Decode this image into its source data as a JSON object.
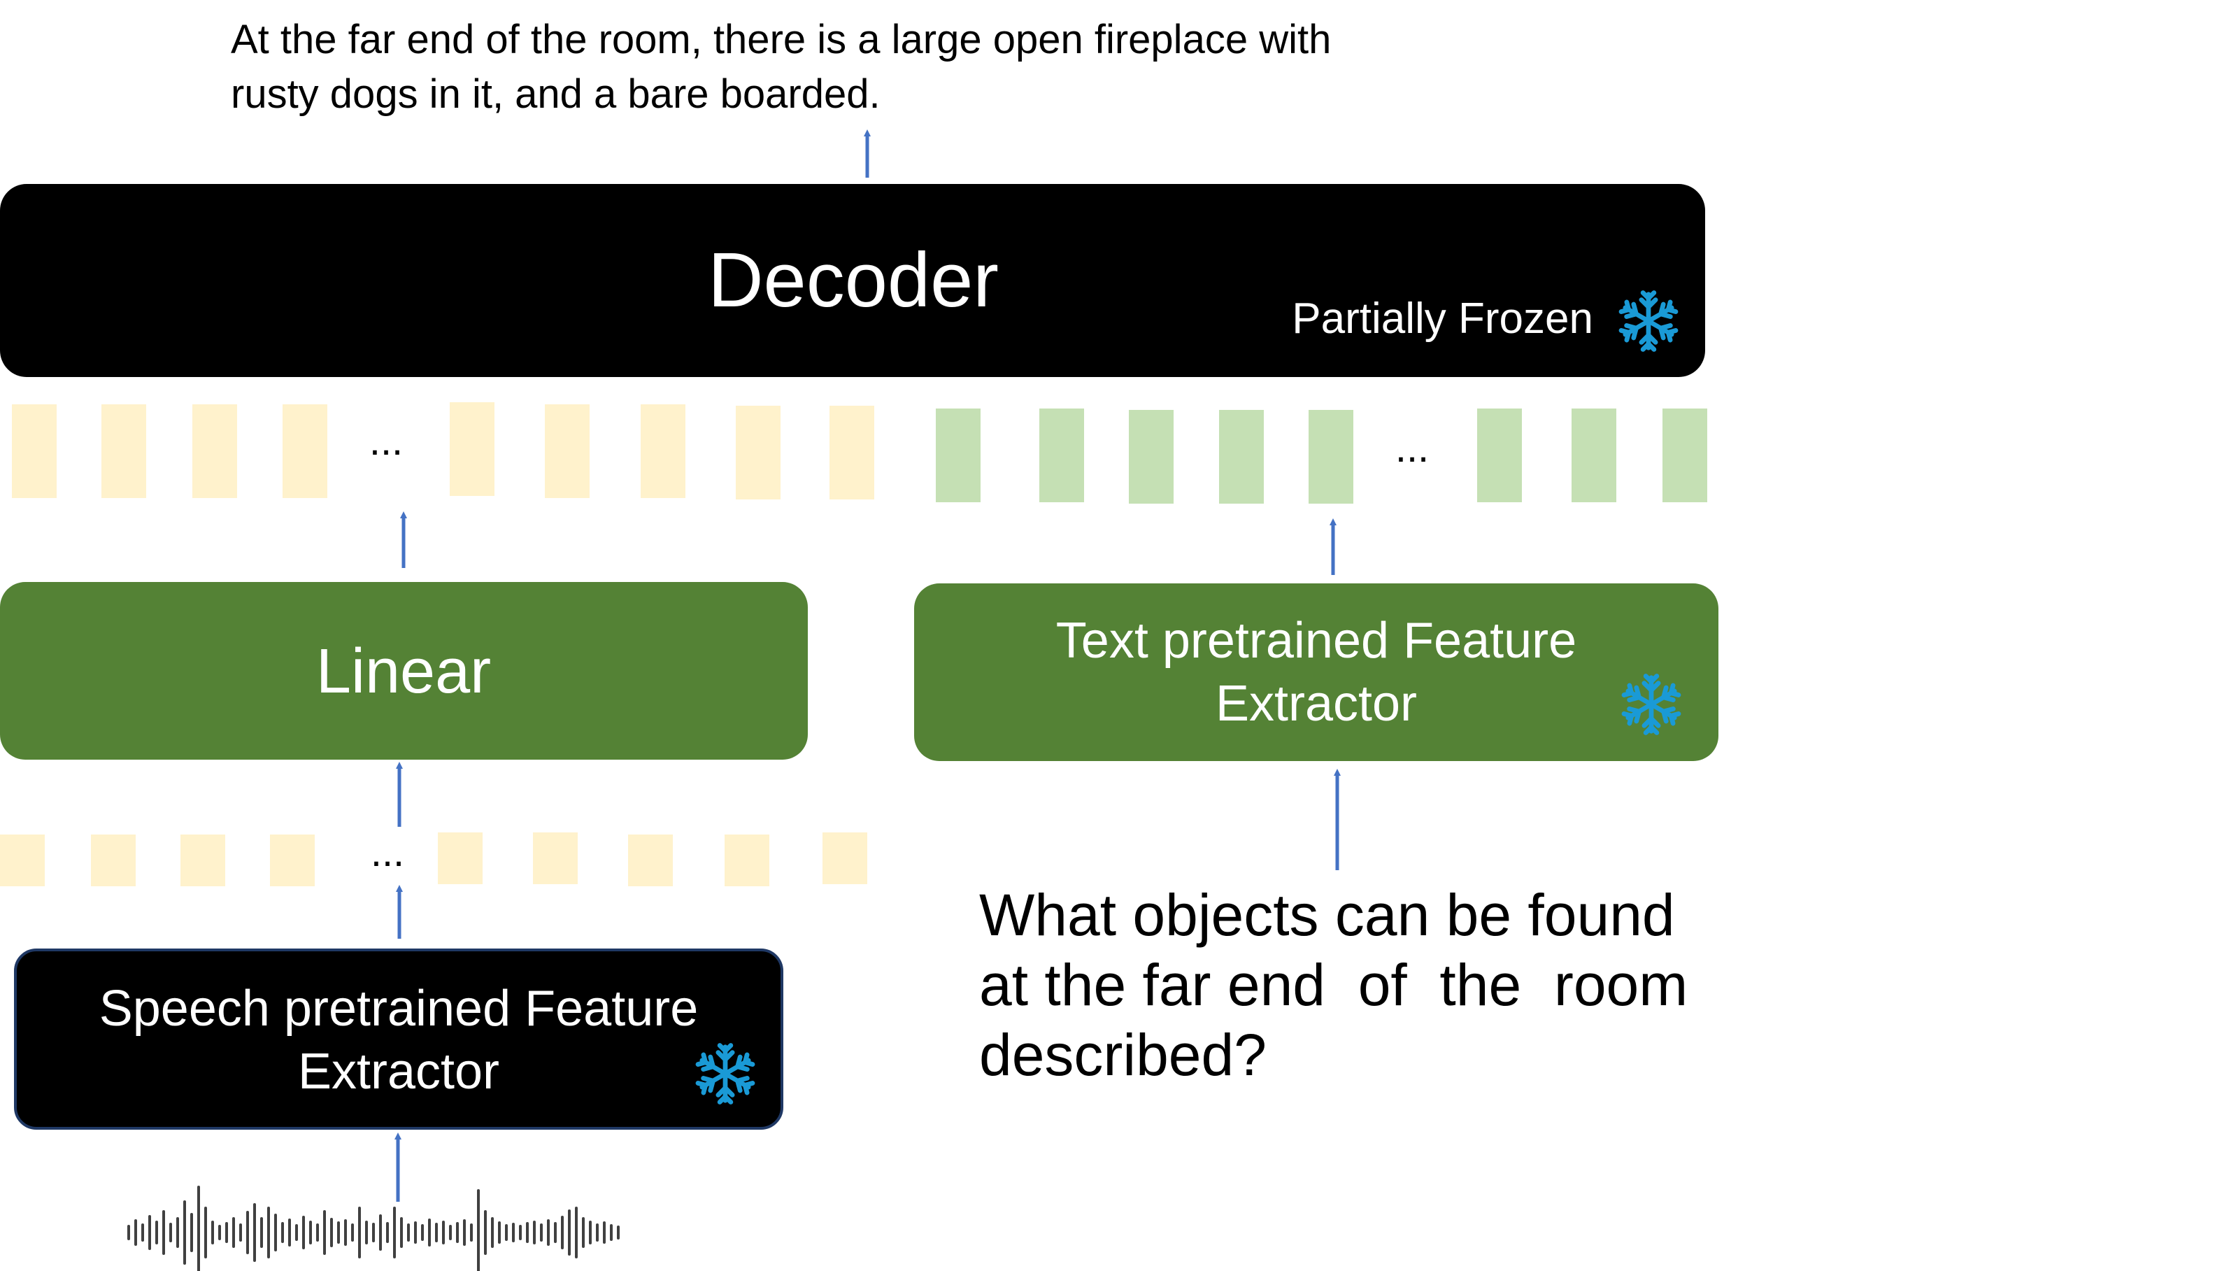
{
  "output_text": {
    "line1": "At the far end of the room, there is a large open fireplace with",
    "line2": "rusty dogs in it, and a bare boarded."
  },
  "decoder": {
    "label": "Decoder",
    "badge": "Partially Frozen",
    "icon": "snowflake-icon"
  },
  "token_row": {
    "speech_ellipsis": "...",
    "text_ellipsis": "..."
  },
  "linear": {
    "label": "Linear"
  },
  "text_extractor": {
    "line1": "Text pretrained Feature",
    "line2": "Extractor",
    "icon": "snowflake-icon"
  },
  "speech_frames": {
    "ellipsis": "..."
  },
  "speech_extractor": {
    "line1": "Speech pretrained Feature",
    "line2": "Extractor",
    "icon": "snowflake-icon"
  },
  "question": {
    "line1": "What objects can be found",
    "line2": "at the far end  of  the  room",
    "line3": "described?"
  },
  "colors": {
    "black_block": "#000000",
    "green_block": "#548235",
    "speech_token": "#fff2cc",
    "text_token": "#c5e0b4",
    "arrow": "#4472c4",
    "snowflake": "#1a9ad6",
    "speech_extractor_border": "#1f3864"
  }
}
